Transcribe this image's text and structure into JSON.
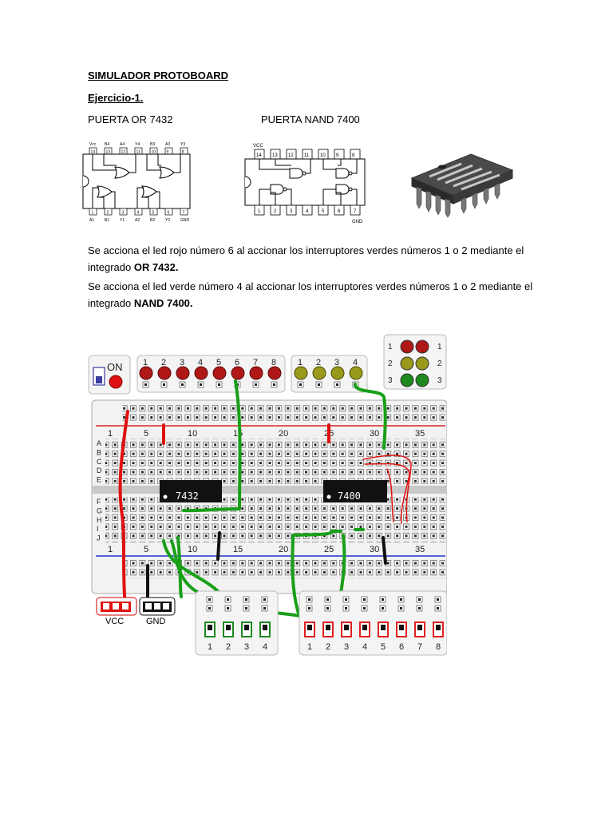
{
  "document": {
    "title": "SIMULADOR PROTOBOARD",
    "exercise": "Ejercicio-1.",
    "heading_or": "PUERTA OR 7432",
    "heading_nand": "PUERTA NAND 7400",
    "para1": {
      "text": "Se acciona el led rojo número 6 al accionar los interruptores verdes números 1 o 2 mediante el integrado ",
      "bold": "OR 7432",
      "end": "."
    },
    "para2": {
      "text": "Se acciona el led verde número 4  al accionar los interruptores verdes números 1 o 2 mediante el integrado ",
      "bold": "NAND 7400",
      "end": "."
    }
  },
  "or_diagram": {
    "top_pins": [
      "14",
      "13",
      "12",
      "11",
      "10",
      "9",
      "8"
    ],
    "bottom_pins": [
      "1",
      "2",
      "3",
      "4",
      "5",
      "6",
      "7"
    ],
    "top_labels": [
      "Vcc",
      "B4",
      "A4",
      "Y4",
      "B3",
      "A3",
      "Y3"
    ],
    "bottom_labels": [
      "A1",
      "B1",
      "Y1",
      "A2",
      "B2",
      "Y2",
      "GND"
    ]
  },
  "nand_diagram": {
    "vcc": "VCC",
    "gnd": "GND",
    "top_pins": [
      "14",
      "13",
      "12",
      "11",
      "10",
      "9",
      "8"
    ],
    "bottom_pins": [
      "1",
      "2",
      "3",
      "4",
      "5",
      "6",
      "7"
    ]
  },
  "simulator": {
    "power_label": "ON",
    "red_leds": [
      "1",
      "2",
      "3",
      "4",
      "5",
      "6",
      "7",
      "8"
    ],
    "yellow_leds": [
      "1",
      "2",
      "3",
      "4"
    ],
    "traffic_left": [
      "1",
      "2",
      "3"
    ],
    "traffic_right": [
      "1",
      "2",
      "3"
    ],
    "row_letters_top": [
      "A",
      "B",
      "C",
      "D",
      "E"
    ],
    "row_letters_bottom": [
      "F",
      "G",
      "H",
      "I",
      "J"
    ],
    "col_numbers": [
      "1",
      "5",
      "10",
      "15",
      "20",
      "25",
      "30",
      "35"
    ],
    "chip1": "7432",
    "chip2": "7400",
    "vcc_label": "VCC",
    "gnd_label": "GND",
    "green_switches": [
      "1",
      "2",
      "3",
      "4"
    ],
    "red_switches": [
      "1",
      "2",
      "3",
      "4",
      "5",
      "6",
      "7",
      "8"
    ],
    "colors": {
      "red_led": "#b01818",
      "yellow_led": "#9a9a1a",
      "green_led": "#1e8a1e",
      "wire_red": "#e01010",
      "wire_green": "#18a018",
      "rail_red": "#e02020",
      "rail_blue": "#2030d0",
      "chip": "#111111"
    }
  }
}
